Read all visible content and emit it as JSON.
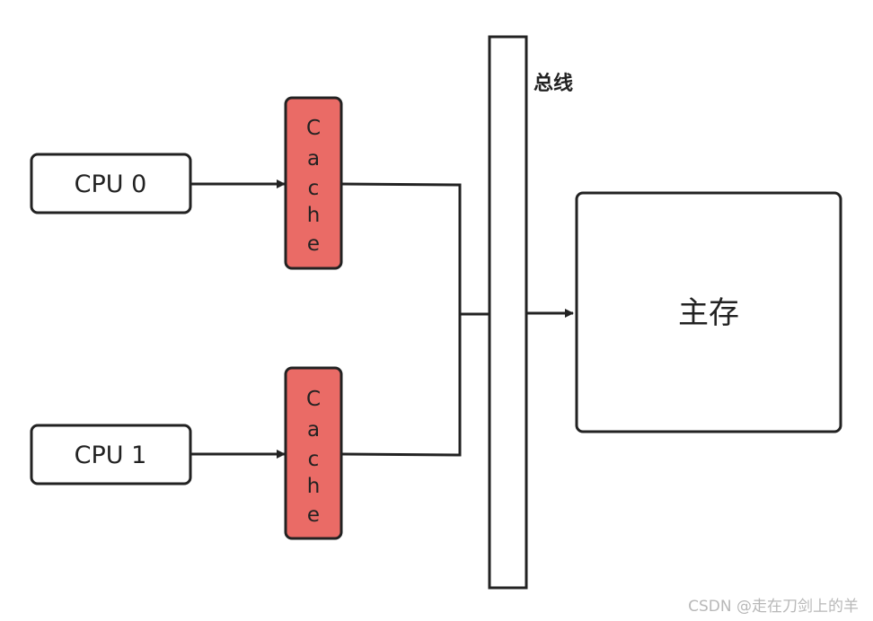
{
  "cpus": [
    {
      "label": "CPU 0"
    },
    {
      "label": "CPU 1"
    }
  ],
  "caches": [
    {
      "letters": [
        "C",
        "a",
        "c",
        "h",
        "e"
      ]
    },
    {
      "letters": [
        "C",
        "a",
        "c",
        "h",
        "e"
      ]
    }
  ],
  "bus": {
    "label": "总线"
  },
  "memory": {
    "label": "主存"
  },
  "watermark": "CSDN @走在刀剑上的羊",
  "colors": {
    "cache_fill": "#ea6b66",
    "stroke": "#222222",
    "box_fill": "#ffffff"
  }
}
